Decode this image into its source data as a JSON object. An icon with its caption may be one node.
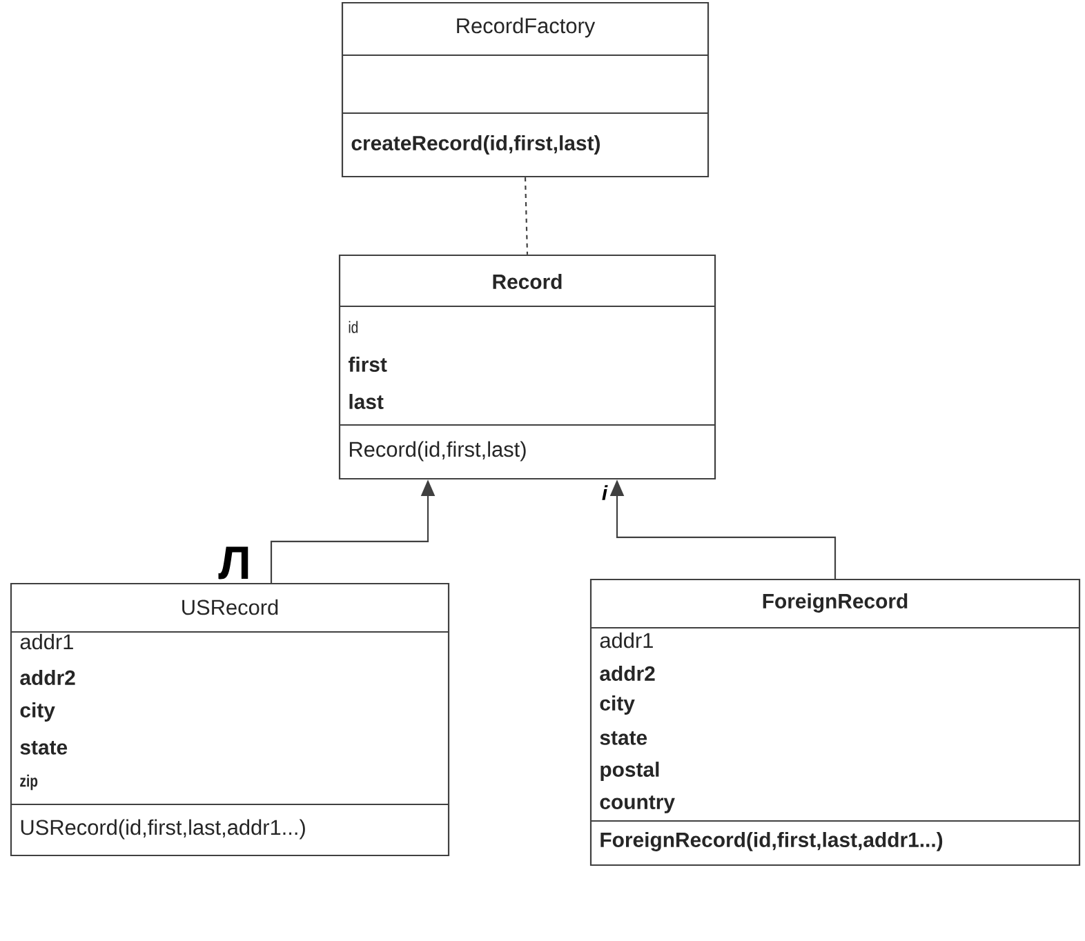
{
  "diagram": {
    "nodes": [
      {
        "text": [
          "RecordFactory",
          "createRecord(id,first,last)"
        ]
      },
      {
        "text": [
          "Record",
          "id",
          "first",
          "last",
          "Record(id,first,last)"
        ]
      },
      {
        "text": [
          "USRecord",
          "addr1",
          "addr2",
          "city",
          "state",
          "zip",
          "USRecord(id,first,last,addr1...)"
        ]
      },
      {
        "text": [
          "ForeignRecord",
          "addr1",
          "addr2",
          "city",
          "state",
          "postal",
          "country",
          "ForeignRecord(id,first,last,addr1...)"
        ]
      }
    ],
    "edges": [
      {
        "from": 0,
        "to": 1,
        "arrow": "none",
        "style": "dashed"
      },
      {
        "from": 2,
        "to": 1,
        "arrow": "to"
      },
      {
        "from": 3,
        "to": 1,
        "arrow": "to"
      }
    ],
    "labels": [
      "Л",
      "i"
    ]
  }
}
